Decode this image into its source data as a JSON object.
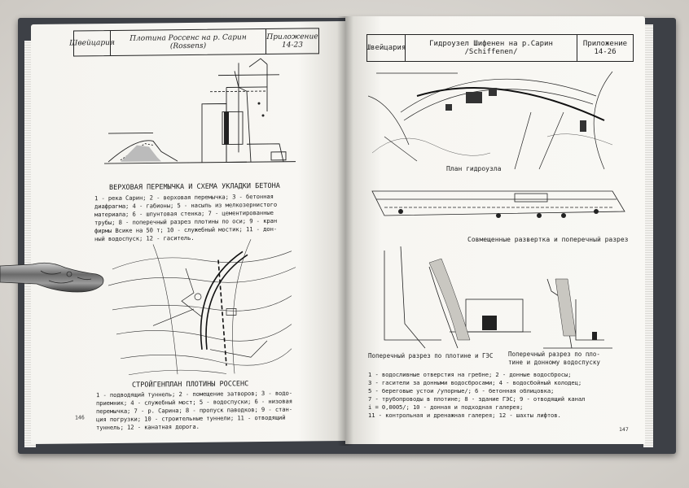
{
  "left_page": {
    "header": {
      "country": "Швейцария",
      "title_line1": "Плотина Россенс на р. Сарин",
      "title_line2": "(Rossens)",
      "appendix_label": "Приложение",
      "appendix_number": "14-23"
    },
    "caption_top": "ВЕРХОВАЯ ПЕРЕМЫЧКА И СХЕМА УКЛАДКИ БЕТОНА",
    "legend_top": "1 - река Сарин; 2 - верховая перемычка; 3 - бетонная\nдиафрагма; 4 - габионы; 5 - насыпь из мелкозернистого\nматериала; 6 - шпунтовая стенка; 7 - цементированные\nтрубы; 8 - поперечный разрез плотины по оси; 9 - кран\nфирмы Всике на 50 т; 10 - служебный мостик; 11 - дон-\nный водоспуск; 12 - гаситель.",
    "caption_bottom": "СТРОЙГЕНПЛАН ПЛОТИНЫ РОССЕНС",
    "legend_bottom": "1 - подводящий туннель; 2 - помещение затворов; 3 - водо-\nприемник; 4 - служебный мост; 5 - водоспуски; 6 - низовая\nперемычка; 7 - р. Сарина; 8 - пропуск паводков; 9 - стан-\nция погрузки; 10 - строительные туннели; 11 - отводящий\nтуннель; 12 - канатная дорога.",
    "page_number": "146"
  },
  "right_page": {
    "header": {
      "country": "Швейцария",
      "title_line1": "Гидроузел Шифенен на р.Сарин",
      "title_line2": "/Schiffenen/",
      "appendix_label": "Приложение",
      "appendix_number": "14-26"
    },
    "caption_plan": "План гидроузла",
    "caption_section": "Совмещенные развертка и поперечный разрез",
    "caption_left": "Поперечный разрез по плотине и ГЭС",
    "caption_right": "Поперечный разрез по пло-\nтине и донному водоспуску",
    "legend": "1 - водосливные отверстия на гребне; 2 - донные водосбросы;\n3 - гасители за донными водосбросами; 4 - водосбойный колодец;\n5 - береговые устои /упорные/; 6 - бетонная облицовка;\n7 - трубопроводы в плотине; 8 - здание ГЭС; 9 - отводящий канал\n    i = 0,0005/; 10 - донная и подходная галерея;\n11 - контрольная и дренажная галерея; 12 - шахты лифтов.",
    "page_number": "147"
  },
  "colors": {
    "cover": "#3d4046",
    "paper": "#f7f6f2",
    "ink": "#1e1e1e",
    "background": "#dcd9d4"
  }
}
